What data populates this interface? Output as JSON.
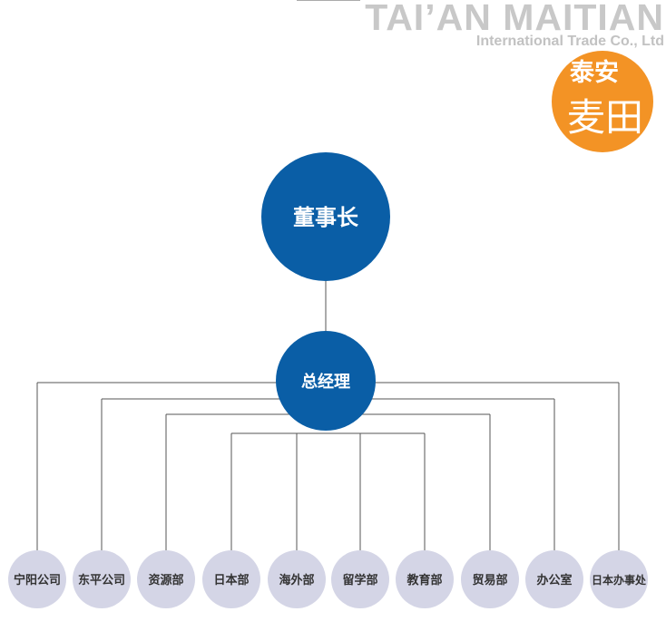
{
  "header": {
    "brand_name": "TAI’AN MAITIAN",
    "brand_subtitle": "International Trade Co., Ltd",
    "logo_line1": "泰安",
    "logo_line2": "麦田",
    "logo_color": "#f39325"
  },
  "org_chart": {
    "colors": {
      "primary_node": "#0a5ea6",
      "department_node": "#d4d5e6",
      "line": "#555555"
    },
    "chairman": "董事长",
    "general_manager": "总经理",
    "departments": [
      "宁阳公司",
      "东平公司",
      "资源部",
      "日本部",
      "海外部",
      "留学部",
      "教育部",
      "贸易部",
      "办公室",
      "日本办事处"
    ]
  }
}
